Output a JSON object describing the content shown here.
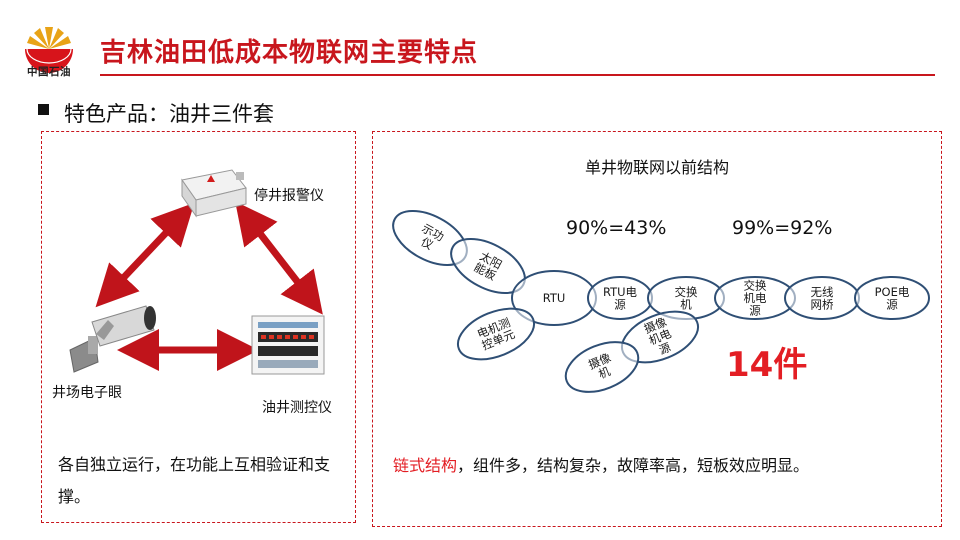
{
  "header": {
    "logo_text": "中国石油",
    "title": "吉林油田低成本物联网主要特点"
  },
  "subtitle": "特色产品：油井三件套",
  "left_panel": {
    "alarm_label": "停井报警仪",
    "camera_label": "井场电子眼",
    "controller_label": "油井测控仪",
    "description": "各自独立运行，在功能上互相验证和支撑。"
  },
  "right_panel": {
    "diagram_title": "单井物联网以前结构",
    "stat_1": "90%=43%",
    "stat_2": "99%=92%",
    "count": "14件",
    "nodes": [
      {
        "lines": [
          "示功",
          "仪"
        ]
      },
      {
        "lines": [
          "太阳",
          "能板"
        ]
      },
      {
        "lines": [
          "RTU"
        ]
      },
      {
        "lines": [
          "电机测",
          "控单元"
        ]
      },
      {
        "lines": [
          "RTU电",
          "源"
        ]
      },
      {
        "lines": [
          "交换",
          "机"
        ]
      },
      {
        "lines": [
          "交换",
          "机电",
          "源"
        ]
      },
      {
        "lines": [
          "无线",
          "网桥"
        ]
      },
      {
        "lines": [
          "POE电",
          "源"
        ]
      },
      {
        "lines": [
          "摄像",
          "机电",
          "源"
        ]
      },
      {
        "lines": [
          "摄像",
          "机"
        ]
      }
    ],
    "description_highlight": "链式结构",
    "description_rest": "，组件多，结构复杂，故障率高，短板效应明显。"
  },
  "colors": {
    "brand_red": "#c8161d",
    "accent_red": "#e31e24",
    "ellipse_stroke": "#2f4f75",
    "arrow_red": "#c0141b"
  }
}
